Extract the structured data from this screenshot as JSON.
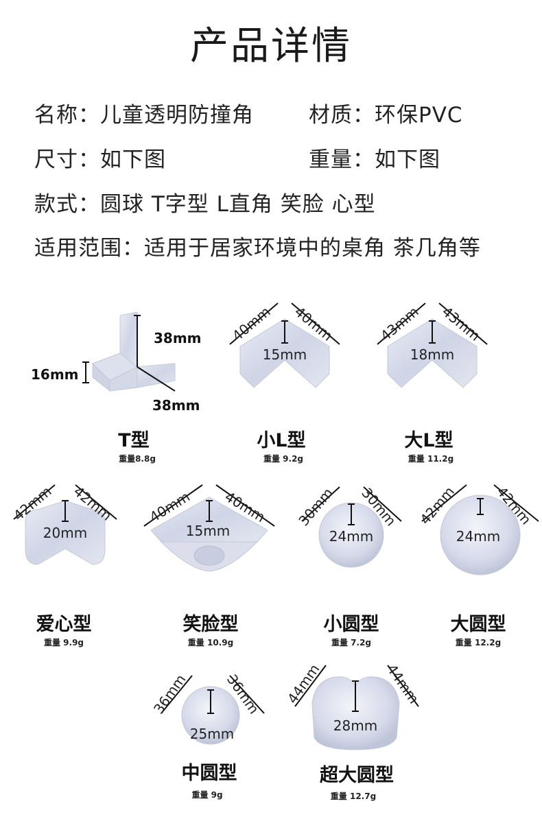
{
  "title": "产品详情",
  "specs": {
    "name": "名称：儿童透明防撞角",
    "material": "材质：环保PVC",
    "size": "尺寸：如下图",
    "weight": "重量：如下图",
    "styles": "款式：圆球 T字型 L直角 笑脸 心型",
    "usage": "适用范围：适用于居家环境中的桌角 茶几角等"
  },
  "products": {
    "t": {
      "name": "T型",
      "weight": "重量8.8g",
      "height": "38mm",
      "length": "38mm",
      "thickness": "16mm"
    },
    "small_l": {
      "name": "小L型",
      "weight": "重量 9.2g",
      "left": "40mm",
      "right": "40mm",
      "height": "15mm"
    },
    "large_l": {
      "name": "大L型",
      "weight": "重量 11.2g",
      "left": "43mm",
      "right": "43mm",
      "height": "18mm"
    },
    "heart": {
      "name": "爱心型",
      "weight": "重量 9.9g",
      "left": "42mm",
      "right": "42mm",
      "height": "20mm"
    },
    "smile": {
      "name": "笑脸型",
      "weight": "重量 10.9g",
      "left": "40mm",
      "right": "40mm",
      "height": "15mm"
    },
    "small_round": {
      "name": "小圆型",
      "weight": "重量 7.2g",
      "left": "30mm",
      "right": "30mm",
      "height": "24mm"
    },
    "large_round": {
      "name": "大圆型",
      "weight": "重量 12.2g",
      "left": "42mm",
      "right": "42mm",
      "height": "24mm"
    },
    "mid_round": {
      "name": "中圆型",
      "weight": "重量 9g",
      "left": "36mm",
      "right": "36mm",
      "height": "25mm"
    },
    "xl_round": {
      "name": "超大圆型",
      "weight": "重量 12.7g",
      "left": "44mm",
      "right": "44mm",
      "height": "28mm"
    }
  }
}
